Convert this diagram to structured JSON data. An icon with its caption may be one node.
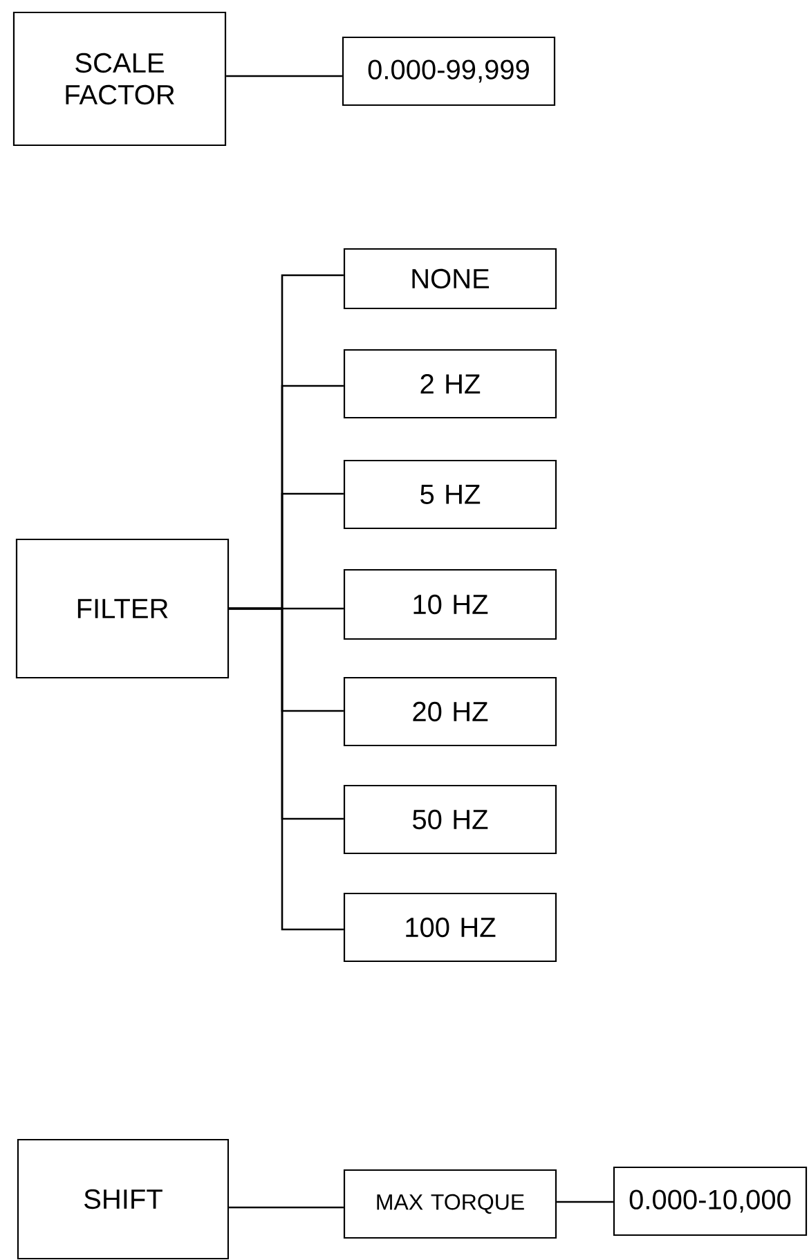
{
  "diagram": {
    "nodes": [
      {
        "text": [
          "SCALE FACTOR"
        ]
      },
      {
        "text": [
          "0.000-99,999"
        ]
      },
      {
        "text": [
          "FILTER"
        ]
      },
      {
        "text": [
          "NONE"
        ]
      },
      {
        "text": [
          "2 HZ"
        ]
      },
      {
        "text": [
          "5 HZ"
        ]
      },
      {
        "text": [
          "10 HZ"
        ]
      },
      {
        "text": [
          "20 HZ"
        ]
      },
      {
        "text": [
          "50 HZ"
        ]
      },
      {
        "text": [
          "100 HZ"
        ]
      },
      {
        "text": [
          "SHIFT"
        ]
      },
      {
        "text": [
          "MAX TORQUE"
        ]
      },
      {
        "text": [
          "0.000-10,000"
        ]
      }
    ],
    "edges": [
      {
        "from": 0,
        "to": 1,
        "arrow": "none"
      },
      {
        "from": 2,
        "to": 3,
        "arrow": "none"
      },
      {
        "from": 2,
        "to": 4,
        "arrow": "none"
      },
      {
        "from": 2,
        "to": 5,
        "arrow": "none"
      },
      {
        "from": 2,
        "to": 6,
        "arrow": "none"
      },
      {
        "from": 2,
        "to": 7,
        "arrow": "none"
      },
      {
        "from": 2,
        "to": 8,
        "arrow": "none"
      },
      {
        "from": 2,
        "to": 9,
        "arrow": "none"
      },
      {
        "from": 10,
        "to": 11,
        "arrow": "none"
      },
      {
        "from": 11,
        "to": 12,
        "arrow": "none"
      }
    ]
  }
}
